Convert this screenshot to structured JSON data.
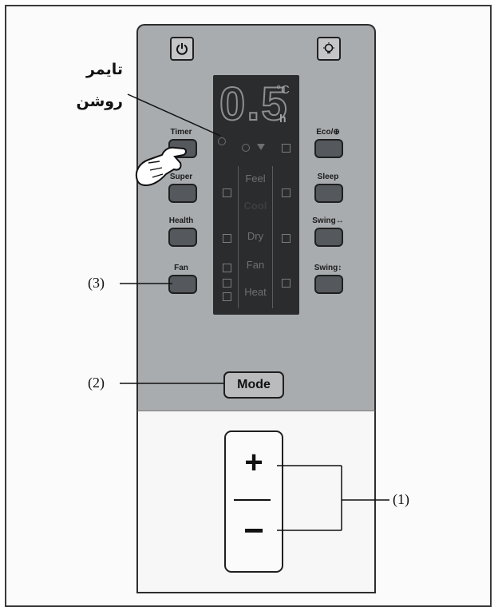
{
  "annotation": {
    "line1": "تایمر",
    "line2": "روشن"
  },
  "display": {
    "digits": "0.5",
    "unit_celsius": "°C",
    "unit_hours": "h"
  },
  "display_modes": [
    "Feel",
    "Cool",
    "Dry",
    "Fan",
    "Heat"
  ],
  "left_buttons": [
    "Timer",
    "Super",
    "Health",
    "Fan"
  ],
  "right_buttons": [
    "Eco/⊕",
    "Sleep",
    "Swing↔",
    "Swing↕"
  ],
  "mode_button": "Mode",
  "plus_symbol": "+",
  "minus_symbol": "−",
  "callouts": {
    "c1": "(1)",
    "c2": "(2)",
    "c3": "(3)"
  }
}
